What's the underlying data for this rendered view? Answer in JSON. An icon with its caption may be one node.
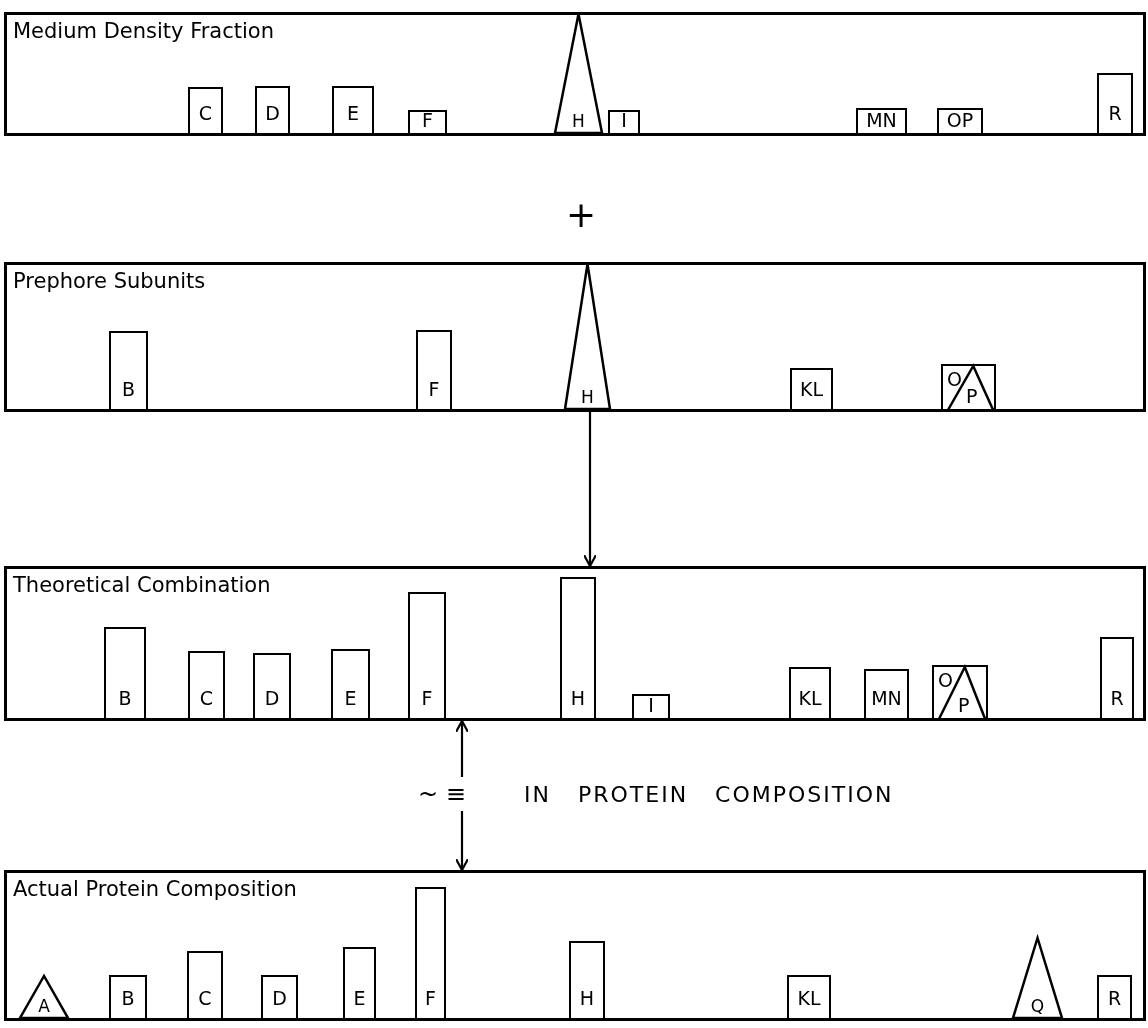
{
  "diagram": {
    "nodes": [
      {
        "text": [
          "Medium Density Fraction"
        ]
      },
      {
        "text": [
          "C"
        ],
        "in": 0
      },
      {
        "text": [
          "D"
        ],
        "in": 0
      },
      {
        "text": [
          "E"
        ],
        "in": 0
      },
      {
        "text": [
          "F"
        ],
        "in": 0
      },
      {
        "text": [
          "H"
        ],
        "in": 0
      },
      {
        "text": [
          "I"
        ],
        "in": 0
      },
      {
        "text": [
          "MN"
        ],
        "in": 0
      },
      {
        "text": [
          "OP"
        ],
        "in": 0
      },
      {
        "text": [
          "R"
        ],
        "in": 0
      },
      {
        "text": [
          "Prephore Subunits"
        ]
      },
      {
        "text": [
          "B"
        ],
        "in": 10
      },
      {
        "text": [
          "F"
        ],
        "in": 10
      },
      {
        "text": [
          "H"
        ],
        "in": 10
      },
      {
        "text": [
          "KL"
        ],
        "in": 10
      },
      {
        "text": [
          "O",
          "P"
        ],
        "in": 10
      },
      {
        "text": [
          "Theoretical Combination"
        ]
      },
      {
        "text": [
          "B"
        ],
        "in": 16
      },
      {
        "text": [
          "C"
        ],
        "in": 16
      },
      {
        "text": [
          "D"
        ],
        "in": 16
      },
      {
        "text": [
          "E"
        ],
        "in": 16
      },
      {
        "text": [
          "F"
        ],
        "in": 16
      },
      {
        "text": [
          "H"
        ],
        "in": 16
      },
      {
        "text": [
          "I"
        ],
        "in": 16
      },
      {
        "text": [
          "KL"
        ],
        "in": 16
      },
      {
        "text": [
          "MN"
        ],
        "in": 16
      },
      {
        "text": [
          "O",
          "P"
        ],
        "in": 16
      },
      {
        "text": [
          "R"
        ],
        "in": 16
      },
      {
        "text": [
          "~ ≡"
        ]
      },
      {
        "text": [
          "Actual Protein Composition"
        ]
      },
      {
        "text": [
          "A"
        ],
        "in": 29
      },
      {
        "text": [
          "B"
        ],
        "in": 29
      },
      {
        "text": [
          "C"
        ],
        "in": 29
      },
      {
        "text": [
          "D"
        ],
        "in": 29
      },
      {
        "text": [
          "E"
        ],
        "in": 29
      },
      {
        "text": [
          "F"
        ],
        "in": 29
      },
      {
        "text": [
          "H"
        ],
        "in": 29
      },
      {
        "text": [
          "KL"
        ],
        "in": 29
      },
      {
        "text": [
          "Q"
        ],
        "in": 29
      },
      {
        "text": [
          "R"
        ],
        "in": 29
      }
    ],
    "edges": [
      {
        "from": 10,
        "to": 16,
        "arrow": "to"
      },
      {
        "from": 28,
        "to": 16,
        "arrow": "to"
      },
      {
        "from": 28,
        "to": 29,
        "arrow": "to"
      }
    ],
    "labels": [
      "+",
      "IN PROTEIN COMPOSITION"
    ]
  }
}
